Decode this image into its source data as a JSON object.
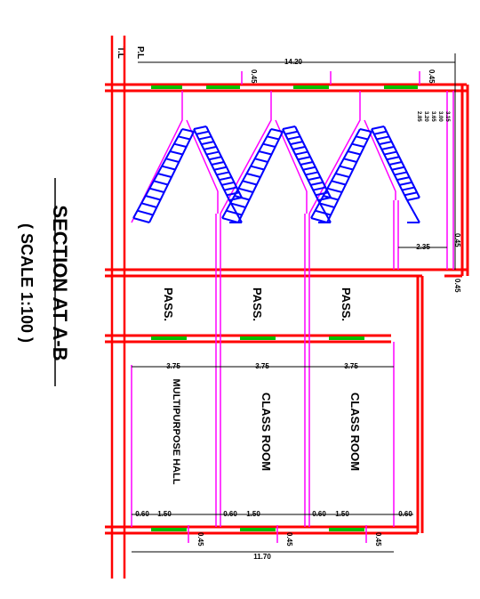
{
  "title": "SECTION AT A-B",
  "scale": "( SCALE 1:100 )",
  "level_labels": [
    "T.L",
    "P.L"
  ],
  "rooms": [
    "MULTIPURPOSE HALL",
    "CLASS ROOM",
    "CLASS ROOM"
  ],
  "passages": [
    "PASS.",
    "PASS.",
    "PASS."
  ],
  "dimensions": {
    "overall_top": "14.20",
    "overall_bottom": "11.70",
    "room_width": "3.75",
    "stair_offset": "2.35",
    "parapet": "0.45",
    "wall_gap": "0.60",
    "opening": "1.50",
    "sill": "0.45",
    "edge": "0.60",
    "stair_note_lines": [
      "2.85",
      "3.20",
      "3.65",
      "3.00",
      "3.15"
    ]
  },
  "colors": {
    "wall": "#ff0000",
    "stair": "#0000ff",
    "column": "#ff00ff",
    "window": "#00c000",
    "dimension": "#000000"
  }
}
